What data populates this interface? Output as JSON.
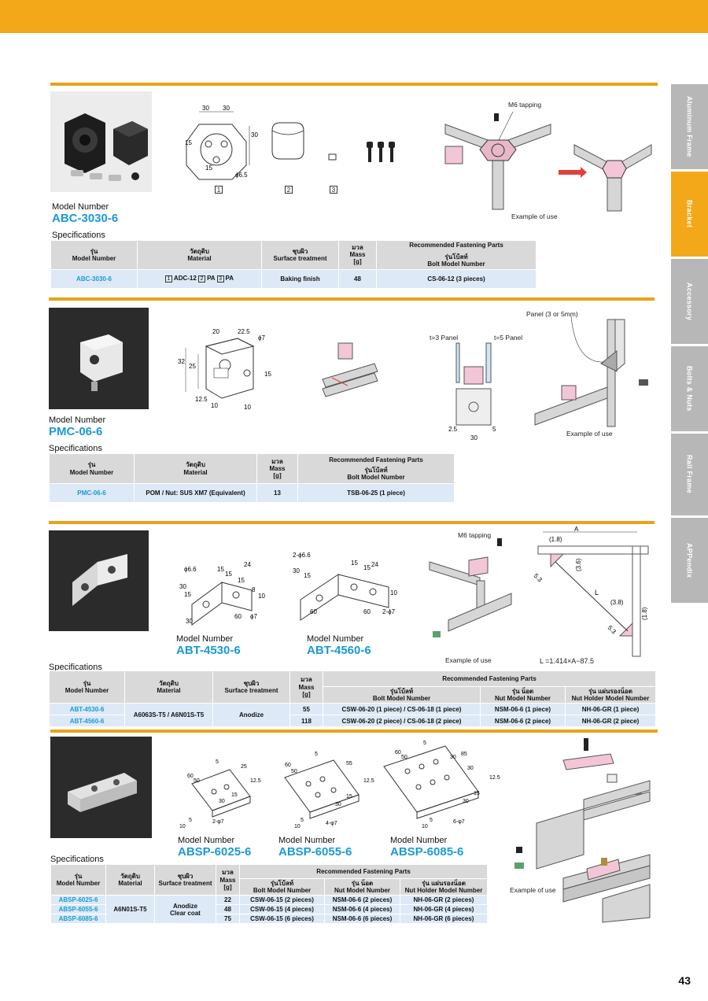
{
  "side_tabs": [
    "Aluminum Frame",
    "Bracket",
    "Accessory",
    "Bolts & Nuts",
    "Rail Frame",
    "APPendix"
  ],
  "common": {
    "model_number_label": "Model Number",
    "specifications_label": "Specifications",
    "example_of_use": "Example of use",
    "m6_tapping": "M6 tapping"
  },
  "abc": {
    "model": "ABC-3030-6",
    "dims": {
      "d30a": "30",
      "d30b": "30",
      "d30c": "30",
      "d15a": "15",
      "d15b": "15",
      "phi": "ϕ6.5"
    },
    "part_nums": [
      "1",
      "2",
      "3"
    ],
    "headers": {
      "model_th": "รุ่น",
      "model_en": "Model Number",
      "mat_th": "วัตถุดิบ",
      "mat_en": "Material",
      "surf_th": "ชุบผิว",
      "surf_en": "Surface treatment",
      "mass_th": "มวล",
      "mass_en": "Mass",
      "mass_unit": "[g]",
      "rec": "Recommended Fastening Parts",
      "bolt_th": "รุ่นโบ้ลท์",
      "bolt_en": "Bolt Model Number"
    },
    "row": {
      "model": "ABC-3030-6",
      "m1": "ADC-12",
      "m2": "PA",
      "m3": "PA",
      "surface": "Baking finish",
      "mass": "48",
      "bolt": "CS-06-12 (3 pieces)"
    }
  },
  "pmc": {
    "model": "PMC-06-6",
    "dims": {
      "d20": "20",
      "d22": "22.5",
      "phi": "ϕ7",
      "d32": "32",
      "d25": "25",
      "d15": "15",
      "d12": "12.5",
      "d10a": "10",
      "d10b": "10"
    },
    "panel_labels": {
      "t3": "t=3 Panel",
      "t5": "t=5 Panel",
      "panel": "Panel (3 or 5mm)"
    },
    "sec_dims": {
      "d25": "2.5",
      "d5": "5",
      "d30": "30"
    },
    "headers": {
      "model_th": "รุ่น",
      "model_en": "Model Number",
      "mat_th": "วัตถุดิบ",
      "mat_en": "Material",
      "mass_th": "มวล",
      "mass_en": "Mass",
      "mass_unit": "[g]",
      "rec": "Recommended Fastening Parts",
      "bolt_th": "รุ่นโบ้ลท์",
      "bolt_en": "Bolt Model Number"
    },
    "row": {
      "model": "PMC-06-6",
      "material": "POM / Nut: SUS XM7 (Equivalent)",
      "mass": "13",
      "bolt": "TSB-06-25 (1 piece)"
    }
  },
  "abt": {
    "models": [
      "ABT-4530-6",
      "ABT-4560-6"
    ],
    "dims_a": {
      "phi": "ϕ6.6",
      "d24": "24",
      "d15a": "15",
      "d15b": "15",
      "d15c": "15",
      "d30a": "30",
      "d15d": "15",
      "d10": "10",
      "d8": "8",
      "d30b": "30",
      "d60": "60",
      "phi7": "ϕ7"
    },
    "dims_b": {
      "phi": "2-ϕ6.6",
      "d15a": "15",
      "d30": "30",
      "d15b": "15",
      "d15c": "15",
      "d24": "24",
      "d10": "10",
      "d60a": "60",
      "d60b": "60",
      "phi7": "2-ϕ7"
    },
    "use_dims": {
      "a": "A",
      "d18a": "(1.8)",
      "d36": "(3.6)",
      "d53a": "5.3",
      "l": "L",
      "d38": "(3.8)",
      "d18b": "(1.8)",
      "d53b": "5.3"
    },
    "formula": "L =1.414×A−87.5",
    "headers": {
      "model_th": "รุ่น",
      "model_en": "Model Number",
      "mat_th": "วัตถุดิบ",
      "mat_en": "Material",
      "surf_th": "ชุบผิว",
      "surf_en": "Surface treatment",
      "mass_th": "มวล",
      "mass_en": "Mass",
      "mass_unit": "[g]",
      "rec": "Recommended Fastening Parts",
      "bolt_th": "รุ่นโบ้ลท์",
      "bolt_en": "Bolt Model Number",
      "nut_th": "รุ่น น็อต",
      "nut_en": "Nut Model Number",
      "holder_th": "รุ่น แผ่นรองน็อต",
      "holder_en": "Nut Holder Model Number"
    },
    "material": "A6063S-T5 / A6N01S-T5",
    "surface": "Anodize",
    "rows": [
      {
        "model": "ABT-4530-6",
        "mass": "55",
        "bolt": "CSW-06-20 (1 piece) / CS-06-18 (1 piece)",
        "nut": "NSM-06-6 (1 piece)",
        "holder": "NH-06-GR (1 piece)"
      },
      {
        "model": "ABT-4560-6",
        "mass": "118",
        "bolt": "CSW-06-20 (2 piece) / CS-06-18 (2 piece)",
        "nut": "NSM-06-6 (2 piece)",
        "holder": "NH-06-GR (2 piece)"
      }
    ]
  },
  "absp": {
    "models": [
      "ABSP-6025-6",
      "ABSP-6055-6",
      "ABSP-6085-6"
    ],
    "draw1": {
      "d60": "60",
      "d50": "50",
      "d5": "5",
      "d25": "25",
      "d125": "12.5",
      "d15": "15",
      "d30": "30",
      "d10": "10",
      "d5b": "5",
      "holes": "2-φ7"
    },
    "draw2": {
      "d60": "60",
      "d50": "50",
      "d5": "5",
      "d55": "55",
      "d125": "12.5",
      "d15": "15",
      "d30": "30",
      "d10": "10",
      "d5b": "5",
      "holes": "4-φ7"
    },
    "draw3": {
      "d60": "60",
      "d50": "50",
      "d5": "5",
      "d30a": "30",
      "d85": "85",
      "d30b": "30",
      "d125": "12.5",
      "d15": "15",
      "d30": "30",
      "d10": "10",
      "d5b": "5",
      "holes": "6-φ7"
    },
    "headers": {
      "model_th": "รุ่น",
      "model_en": "Model Number",
      "mat_th": "วัตถุดิบ",
      "mat_en": "Material",
      "surf_th": "ชุบผิว",
      "surf_en": "Surface treatment",
      "mass_th": "มวล",
      "mass_en": "Mass",
      "mass_unit": "[g]",
      "rec": "Recommended Fastening Parts",
      "bolt_th": "รุ่นโบ้ลท์",
      "bolt_en": "Bolt Model Number",
      "nut_th": "รุ่น น็อต",
      "nut_en": "Nut Model Number",
      "holder_th": "รุ่น แผ่นรองน็อต",
      "holder_en": "Nut Holder Model Number"
    },
    "material": "A6N01S-T5",
    "surface1": "Anodize",
    "surface2": "Clear coat",
    "rows": [
      {
        "model": "ABSP-6025-6",
        "mass": "22",
        "bolt": "CSW-06-15 (2 pieces)",
        "nut": "NSM-06-6 (2 pieces)",
        "holder": "NH-06-GR (2 pieces)"
      },
      {
        "model": "ABSP-6055-6",
        "mass": "48",
        "bolt": "CSW-06-15 (4 pieces)",
        "nut": "NSM-06-6 (4 pieces)",
        "holder": "NH-06-GR (4 pieces)"
      },
      {
        "model": "ABSP-6085-6",
        "mass": "75",
        "bolt": "CSW-06-15 (6 pieces)",
        "nut": "NSM-06-6 (6 pieces)",
        "holder": "NH-06-GR (6 pieces)"
      }
    ]
  },
  "page_number": "43"
}
